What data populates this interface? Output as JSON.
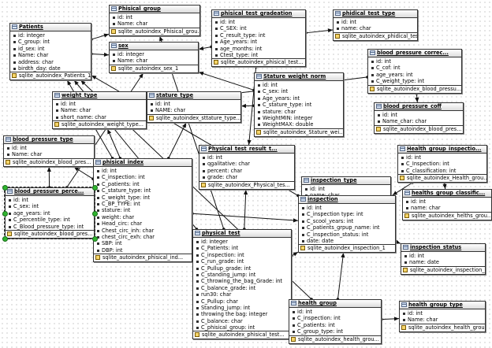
{
  "tables": [
    {
      "id": "patients",
      "title": "Patients",
      "fields": [
        "id: integer",
        "C_group: int",
        "id_sex: int",
        "Name: char",
        "address: char",
        "birdth_day: date"
      ],
      "index": "sqlite_autoindex_Patients_1"
    },
    {
      "id": "phisical_group",
      "title": "Phisical_group",
      "fields": [
        "id: int",
        "Name: char"
      ],
      "index": "sqlite_autoindex_Phisical_grou..."
    },
    {
      "id": "sex",
      "title": "sex",
      "fields": [
        "id: integer",
        "Name: char"
      ],
      "index": "sqlite_autoindex_sex_1"
    },
    {
      "id": "phisical_test_gradeation",
      "title": "phisical_test_gradeation",
      "fields": [
        "id: int",
        "C_SEX: int",
        "C_result_type: int",
        "Age_years: int",
        "age_months: int",
        "Ctest_type: int"
      ],
      "index": "sqlite_autoindex_phisical_test..."
    },
    {
      "id": "phidical_test_type",
      "title": "phidical_test_type",
      "fields": [
        "id: int",
        "name: char"
      ],
      "index": "sqlite_autoindex_phidical_test_..."
    },
    {
      "id": "blood_pressure_correc",
      "title": "blood_pressure_correc...",
      "fields": [
        "id: int",
        "C_cof: int",
        "age_years: int",
        "C_weight_type: int"
      ],
      "index": "sqlite_autoindex_blood_pressu..."
    },
    {
      "id": "stature_weight_norm",
      "title": "Stature_weight_norm",
      "fields": [
        "id: int",
        "C_sex: int",
        "Age_years: int",
        "C_stature_type: int",
        "stature: char",
        "WeightMIN: integer",
        "WeightMAX: double"
      ],
      "index": "sqlite_autoindex_Stature_wei..."
    },
    {
      "id": "blood_pressure_coff",
      "title": "blood_pressure_coff",
      "fields": [
        "id: int",
        "Name_char: char"
      ],
      "index": "sqlite_autoindex_blood_pres..."
    },
    {
      "id": "weight_type",
      "title": "weight_type",
      "fields": [
        "id: int",
        "Name: char",
        "short_name: char"
      ],
      "index": "sqlite_autoindex_weight_type..."
    },
    {
      "id": "stature_type",
      "title": "stature_type",
      "fields": [
        "id: int",
        "NAME: char"
      ],
      "index": "sqlite_autoindex_sttature_type..."
    },
    {
      "id": "blood_pressure_type",
      "title": "blood_pressure_type",
      "fields": [
        "id: int",
        "Name: char"
      ],
      "index": "sqlite_autoindex_blood_pres..."
    },
    {
      "id": "physical_test_result",
      "title": "Physical_test_result_t...",
      "fields": [
        "id: int",
        "qgalitative: char",
        "percent: char",
        "grade: char"
      ],
      "index": "sqlite_autoindex_Physical_tes..."
    },
    {
      "id": "health_group_inspection",
      "title": "Health_group_inspectio...",
      "fields": [
        "id: int",
        "C_Inspection: int",
        "C_classification: int"
      ],
      "index": "sqlite_autoindex_Health_grou..."
    },
    {
      "id": "phisical_index",
      "title": "phisical_index",
      "fields": [
        "id: int",
        "C_inspection: int",
        "C_patients: int",
        "C_stature_type: int",
        "C_weight_type: int",
        "C_BP_TYPE: int",
        "stature: int",
        "weight: char",
        "Head_circ: char",
        "Chest_circ_inh: char",
        "chest_circ_exh: char",
        "SBP: int",
        "DBP: int"
      ],
      "index": "sqlite_autoindex_phisical_ind..."
    },
    {
      "id": "inspection_type",
      "title": "inspection_type",
      "fields": [
        "id: int",
        "name: char"
      ],
      "index": "sqlite_autoindex_inspection_t..."
    },
    {
      "id": "healths_group_classific",
      "title": "healths_group_classific...",
      "fields": [
        "id: int",
        "name: char"
      ],
      "index": "sqlite_autoindex_helths_grou..."
    },
    {
      "id": "blood_pressure_percent",
      "title": "blood_pressure_perce...",
      "fields": [
        "id: int",
        "C_sex: int",
        "age_years: int",
        "C_percentile_type: int",
        "C_Blood_pressure_type: int"
      ],
      "index": "sqlite_autoindex_blood_pres..."
    },
    {
      "id": "inspection",
      "title": "inspection",
      "fields": [
        "id: int",
        "C_inspection type: int",
        "C_scool_years: int",
        "C_patients_grpup_name: int",
        "C_inspection_status: int",
        "date: date"
      ],
      "index": "sqlite_autoindex_inspection_1"
    },
    {
      "id": "inspection_status",
      "title": "inspection_status",
      "fields": [
        "id: int",
        "name: date"
      ],
      "index": "sqlite_autoindex_inspection_s..."
    },
    {
      "id": "physical_test",
      "title": "physical_test",
      "fields": [
        "id: integer",
        "C_Patients: int",
        "C_inspection: int",
        "C_run_grade: int",
        "C_Pullup_grade: int",
        "C_standing_jump: int",
        "C_throwing_the_bag_Grade: int",
        "C_balance_grade: int",
        "run30: char",
        "C_Pullup: char",
        "Standing_jump: int",
        "throwing the bag: integer",
        "C_balance: char",
        "C_phisical_group: int"
      ],
      "index": "sqlite_autoindex_phisical_test..."
    },
    {
      "id": "health_group",
      "title": "health_group",
      "fields": [
        "id: int",
        "C_inspection: int",
        "C_patients: int",
        "C_group_type: int"
      ],
      "index": "sqlite_autoindex_health_grou..."
    },
    {
      "id": "health_group_type",
      "title": "health_group_type",
      "fields": [
        "id: int",
        "Name: char"
      ],
      "index": "sqlite_autoindex_health_grou..."
    }
  ],
  "relations": [
    [
      "patients",
      "sex"
    ],
    [
      "patients",
      "phisical_group"
    ],
    [
      "phisical_test_gradeation",
      "sex"
    ],
    [
      "phisical_test_gradeation",
      "phidical_test_type"
    ],
    [
      "phisical_test_gradeation",
      "physical_test_result"
    ],
    [
      "stature_weight_norm",
      "sex"
    ],
    [
      "stature_weight_norm",
      "stature_type"
    ],
    [
      "blood_pressure_correc",
      "weight_type"
    ],
    [
      "blood_pressure_correc",
      "blood_pressure_coff"
    ],
    [
      "phisical_index",
      "weight_type"
    ],
    [
      "phisical_index",
      "stature_type"
    ],
    [
      "phisical_index",
      "blood_pressure_type"
    ],
    [
      "phisical_index",
      "patients"
    ],
    [
      "phisical_index",
      "inspection"
    ],
    [
      "blood_pressure_percent",
      "blood_pressure_type"
    ],
    [
      "blood_pressure_percent",
      "sex"
    ],
    [
      "physical_test",
      "patients"
    ],
    [
      "physical_test",
      "inspection"
    ],
    [
      "physical_test",
      "physical_test_result"
    ],
    [
      "physical_test",
      "phisical_group"
    ],
    [
      "inspection",
      "inspection_type"
    ],
    [
      "inspection",
      "inspection_status"
    ],
    [
      "inspection",
      "patients"
    ],
    [
      "health_group_inspection",
      "inspection"
    ],
    [
      "health_group_inspection",
      "healths_group_classific"
    ],
    [
      "health_group",
      "inspection"
    ],
    [
      "health_group",
      "patients"
    ],
    [
      "health_group",
      "health_group_type"
    ]
  ],
  "selected_table": "blood_pressure_percent",
  "colors": {
    "header_top": "#ffffff",
    "header_bottom": "#dcdcdc",
    "border": "#333333",
    "grip": "#2fb52f"
  }
}
